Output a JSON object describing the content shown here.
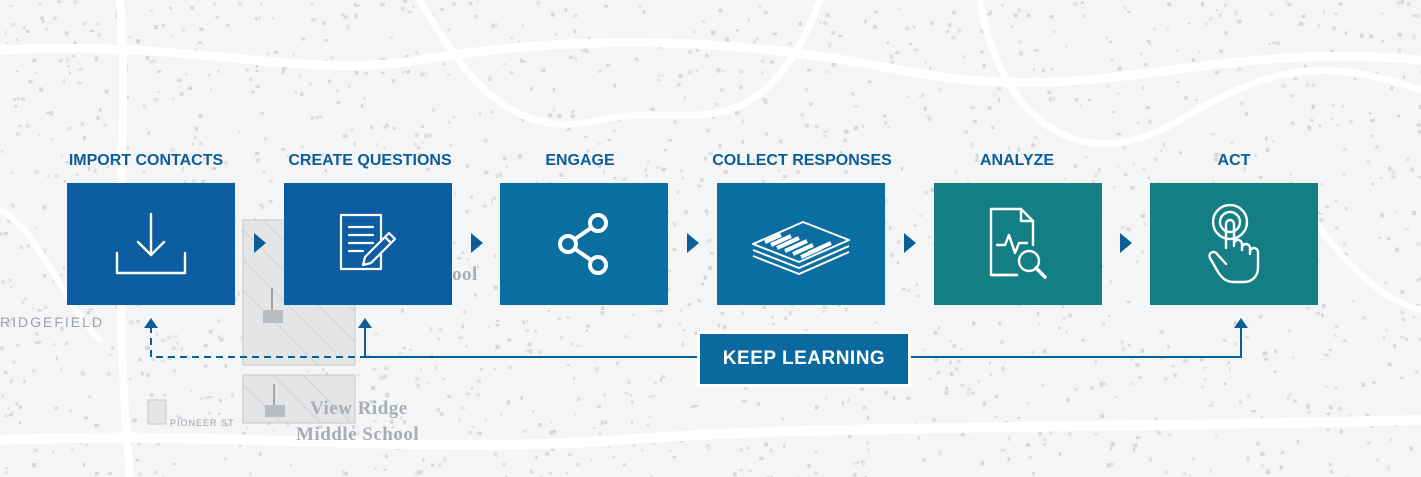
{
  "map": {
    "labels": {
      "ridgefield": "RIDGEFIELD",
      "school_line1": "View Ridge",
      "school_line2": "Middle School",
      "school_partial": "ool",
      "street": "PIONEER ST"
    }
  },
  "steps": [
    {
      "label": "IMPORT CONTACTS",
      "icon": "download-icon",
      "color": "#0c5da1"
    },
    {
      "label": "CREATE QUESTIONS",
      "icon": "document-pencil-icon",
      "color": "#0c5da1"
    },
    {
      "label": "ENGAGE",
      "icon": "share-icon",
      "color": "#0a6ea0"
    },
    {
      "label": "COLLECT RESPONSES",
      "icon": "stacked-forms-icon",
      "color": "#0a6ea0"
    },
    {
      "label": "ANALYZE",
      "icon": "report-magnifier-icon",
      "color": "#137f84"
    },
    {
      "label": "ACT",
      "icon": "tap-hand-icon",
      "color": "#137f84"
    }
  ],
  "loop": {
    "label": "KEEP LEARNING",
    "color": "#0a6aa0"
  },
  "colors": {
    "label_text": "#0d5d99",
    "arrow": "#0d5d99",
    "icon_stroke": "#ffffff"
  }
}
